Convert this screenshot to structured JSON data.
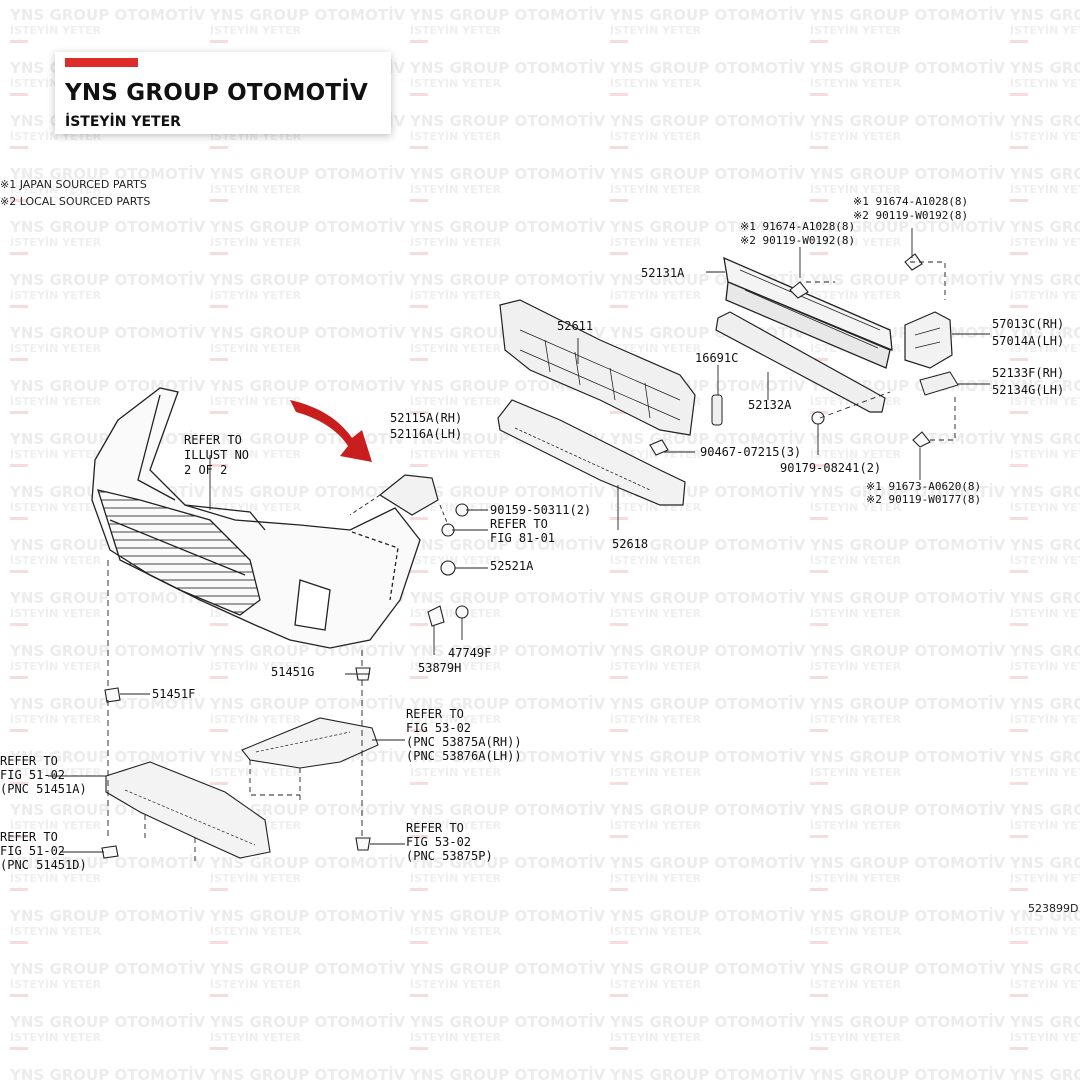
{
  "brand": {
    "name": "YNS GROUP OTOMOTİV",
    "tagline": "İSTEYİN YETER",
    "accent_color": "#e02b2b"
  },
  "watermark": {
    "line1": "YNS GROUP OTOMOTİV",
    "line2": "İSTEYİN YETER"
  },
  "notes": [
    "※1 JAPAN SOURCED PARTS",
    "※2 LOCAL SOURCED PARTS"
  ],
  "diagram_code": "523899D",
  "callouts": {
    "refer_illust": [
      "REFER TO",
      "ILLUST NO",
      "2 OF 2"
    ],
    "p52115": [
      "52115A(RH)",
      "52116A(LH)"
    ],
    "p90159": "90159-50311(2)",
    "refer_81": [
      "REFER TO",
      "FIG 81-01"
    ],
    "p52521": "52521A",
    "p52611": "52611",
    "p52618": "52618",
    "p52131": "52131A",
    "p16691": "16691C",
    "p52132": "52132A",
    "p90467": "90467-07215(3)",
    "p90179": "90179-08241(2)",
    "bolt_mid": [
      "※1 91674-A1028(8)",
      "※2 90119-W0192(8)"
    ],
    "bolt_top": [
      "※1 91674-A1028(8)",
      "※2 90119-W0192(8)"
    ],
    "p57013": [
      "57013C(RH)",
      "57014A(LH)"
    ],
    "p52133": [
      "52133F(RH)",
      "52134G(LH)"
    ],
    "bolt_low": [
      "※1 91673-A0620(8)",
      "※2 90119-W0177(8)"
    ],
    "p47749": "47749F",
    "p53879": "53879H",
    "p51451G": "51451G",
    "p51451F": "51451F",
    "refer_53a": [
      "REFER TO",
      "FIG 53-02",
      "(PNC 53875A(RH))",
      "(PNC 53876A(LH))"
    ],
    "refer_51a": [
      "REFER TO",
      "FIG 51-02",
      "(PNC 51451A)"
    ],
    "refer_51d": [
      "REFER TO",
      "FIG 51-02",
      "(PNC 51451D)"
    ],
    "refer_53p": [
      "REFER TO",
      "FIG 53-02",
      "(PNC 53875P)"
    ]
  }
}
